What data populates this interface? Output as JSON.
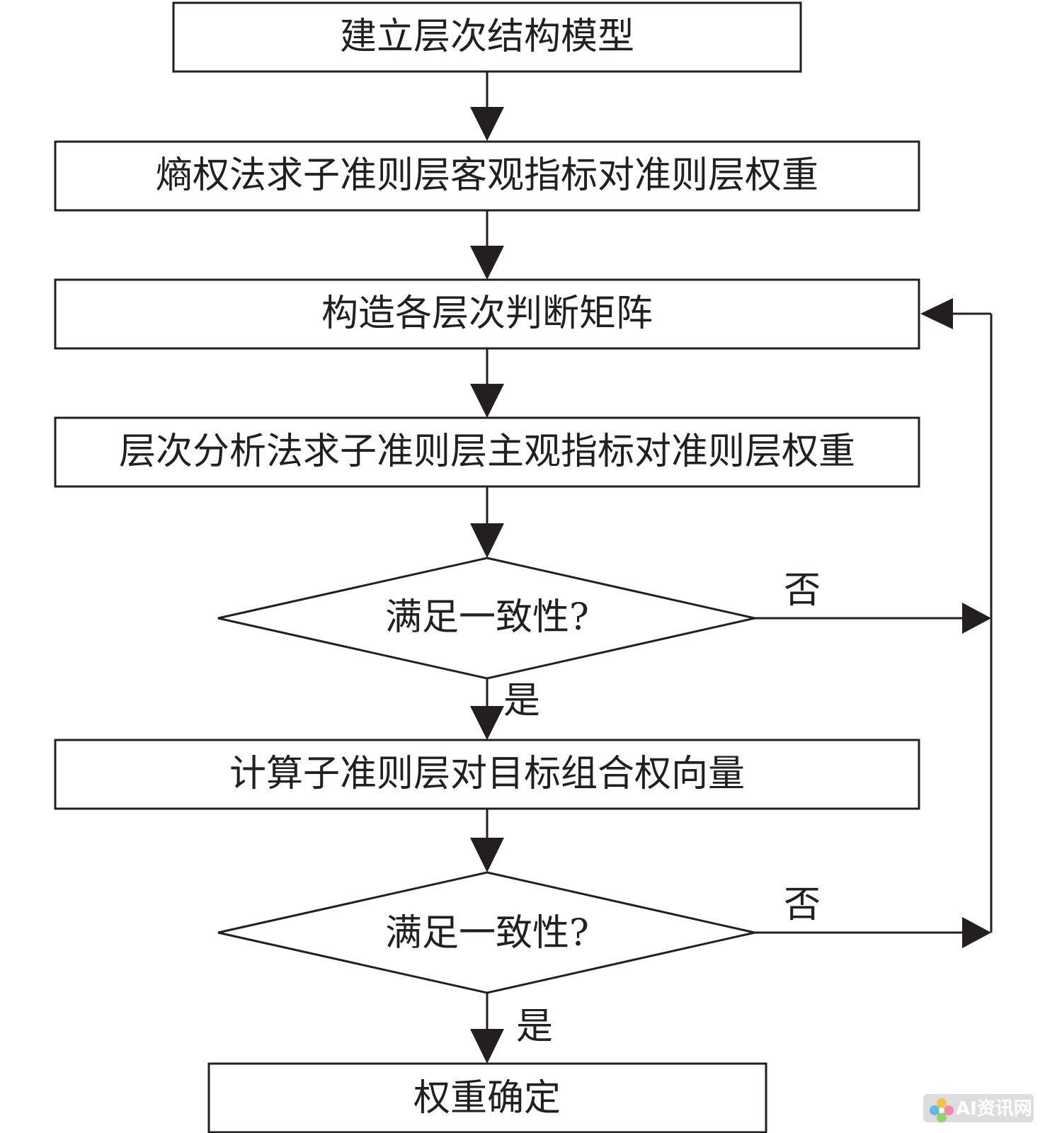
{
  "flowchart": {
    "steps": {
      "build_model": "建立层次结构模型",
      "entropy_weight": "熵权法求子准则层客观指标对准则层权重",
      "judgment_matrix": "构造各层次判断矩阵",
      "ahp_weight": "层次分析法求子准则层主观指标对准则层权重",
      "combined_vector": "计算子准则层对目标组合权向量",
      "weight_final": "权重确定"
    },
    "decisions": {
      "consistency_1": "满足一致性?",
      "consistency_2": "满足一致性?"
    },
    "branch_labels": {
      "yes_1": "是",
      "no_1": "否",
      "yes_2": "是",
      "no_2": "否"
    }
  },
  "watermark": {
    "text": "AI资讯网",
    "colors": {
      "background": "#d9d9d9",
      "text": "#ffffff"
    }
  },
  "colors": {
    "line": "#231f20",
    "text": "#231f20",
    "background": "#ffffff"
  }
}
